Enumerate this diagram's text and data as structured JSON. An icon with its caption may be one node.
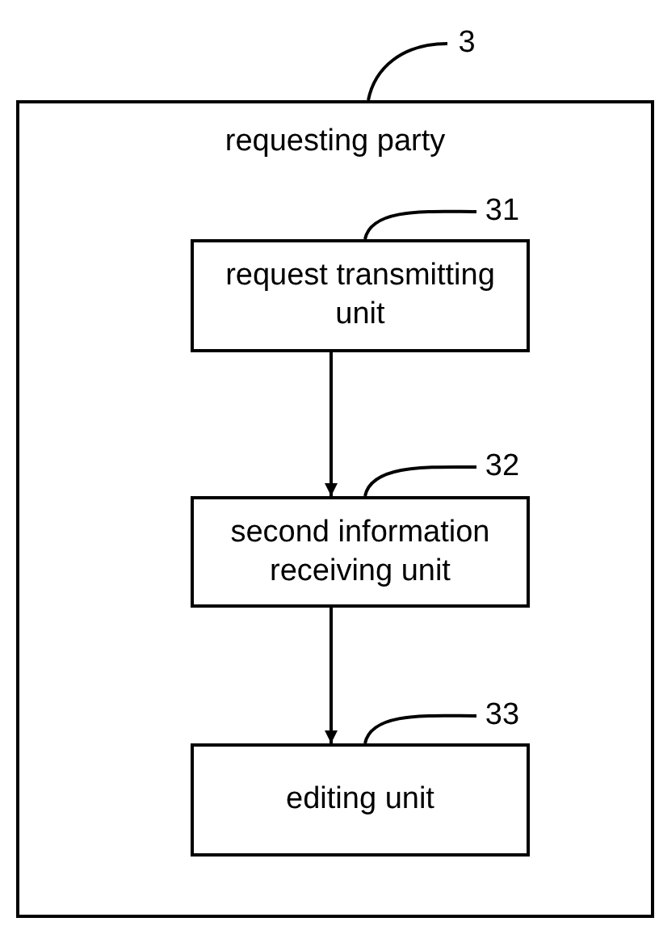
{
  "diagram": {
    "nodes": [
      {
        "text": [
          "requesting party"
        ]
      },
      {
        "text": [
          "request transmitting unit"
        ],
        "in": 0
      },
      {
        "text": [
          "second information receiving unit"
        ],
        "in": 0
      },
      {
        "text": [
          "editing unit"
        ],
        "in": 0
      },
      {
        "text": [
          "3"
        ]
      },
      {
        "text": [
          "31"
        ],
        "in": 0
      },
      {
        "text": [
          "32"
        ],
        "in": 0
      },
      {
        "text": [
          "33"
        ],
        "in": 0
      }
    ],
    "edges": [
      {
        "from": 1,
        "to": 2,
        "arrow": "to"
      },
      {
        "from": 2,
        "to": 3,
        "arrow": "to"
      },
      {
        "from": 4,
        "to": 0,
        "arrow": "none"
      },
      {
        "from": 5,
        "to": 1,
        "arrow": "none"
      },
      {
        "from": 6,
        "to": 2,
        "arrow": "none"
      },
      {
        "from": 7,
        "to": 3,
        "arrow": "none"
      }
    ]
  }
}
